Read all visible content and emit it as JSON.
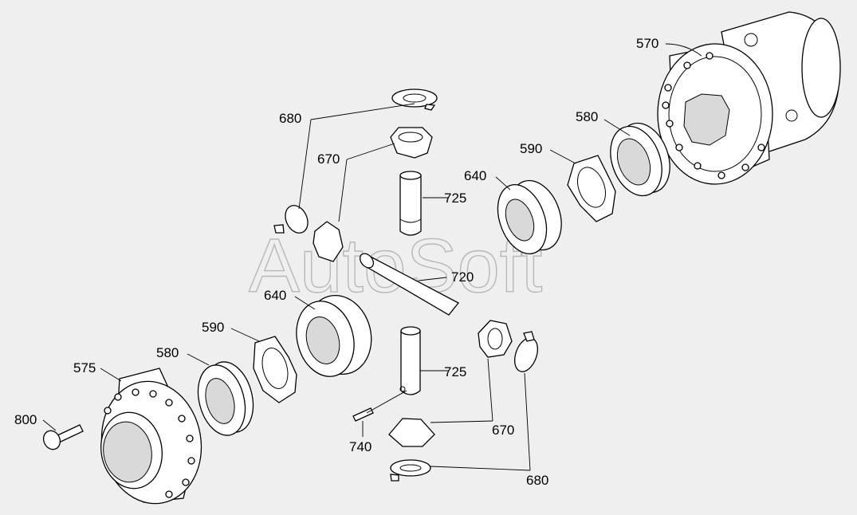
{
  "watermark": "AutoSoft",
  "labels": {
    "l570": "570",
    "l580_top": "580",
    "l590_top": "590",
    "l640_top": "640",
    "l680_top": "680",
    "l670_top": "670",
    "l725_top": "725",
    "l720": "720",
    "l640_mid": "640",
    "l590_left": "590",
    "l580_left": "580",
    "l575": "575",
    "l800": "800",
    "l725_bottom": "725",
    "l740": "740",
    "l670_bottom": "670",
    "l680_bottom": "680"
  }
}
